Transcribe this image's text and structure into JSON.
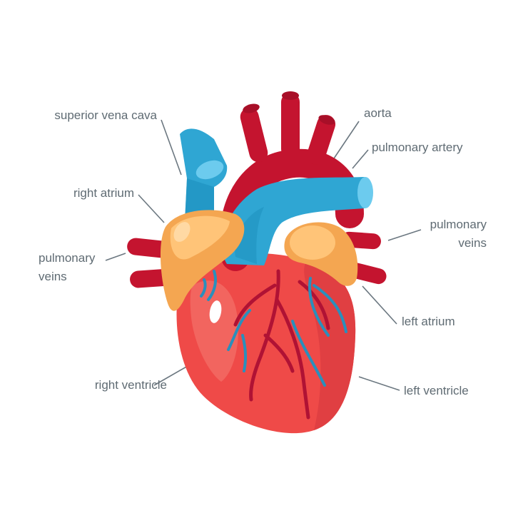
{
  "labels": {
    "superior_vena_cava": "superior vena cava",
    "aorta": "aorta",
    "pulmonary_artery": "pulmonary artery",
    "right_atrium": "right atrium",
    "pulmonary_veins_left_line1": "pulmonary",
    "pulmonary_veins_left_line2": "veins",
    "pulmonary_veins_right_line1": "pulmonary",
    "pulmonary_veins_right_line2": "veins",
    "left_atrium": "left atrium",
    "right_ventricle": "right ventricle",
    "left_ventricle": "left ventricle"
  },
  "colors": {
    "heart_red": "#ef4a48",
    "artery_red": "#c4142f",
    "vein_blue": "#2fa6d3",
    "atrium_orange": "#f4a651",
    "leader_gray": "#6b7780",
    "label_gray": "#5f6b73"
  }
}
